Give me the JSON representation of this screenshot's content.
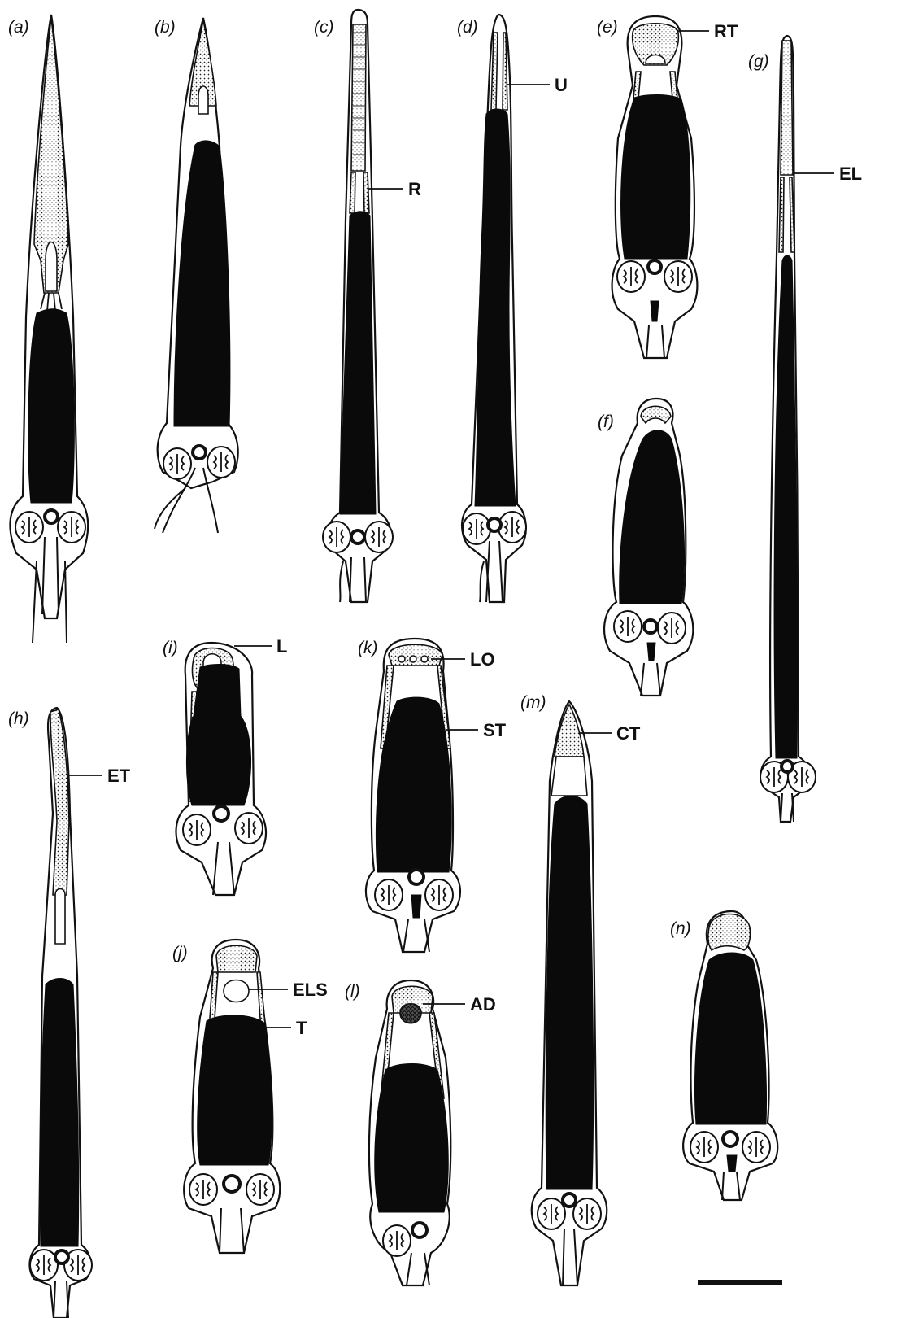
{
  "panel_labels": {
    "a": "(a)",
    "b": "(b)",
    "c": "(c)",
    "d": "(d)",
    "e": "(e)",
    "f": "(f)",
    "g": "(g)",
    "h": "(h)",
    "i": "(i)",
    "j": "(j)",
    "k": "(k)",
    "l": "(l)",
    "m": "(m)",
    "n": "(n)"
  },
  "structure_labels": {
    "RT": "RT",
    "U": "U",
    "R": "R",
    "EL": "EL",
    "L": "L",
    "LO": "LO",
    "ST": "ST",
    "ET": "ET",
    "CT": "CT",
    "ELS": "ELS",
    "T": "T",
    "AD": "AD"
  },
  "colors": {
    "ink": "#111111",
    "nucleus": "#0a0a0a",
    "background": "#ffffff"
  }
}
